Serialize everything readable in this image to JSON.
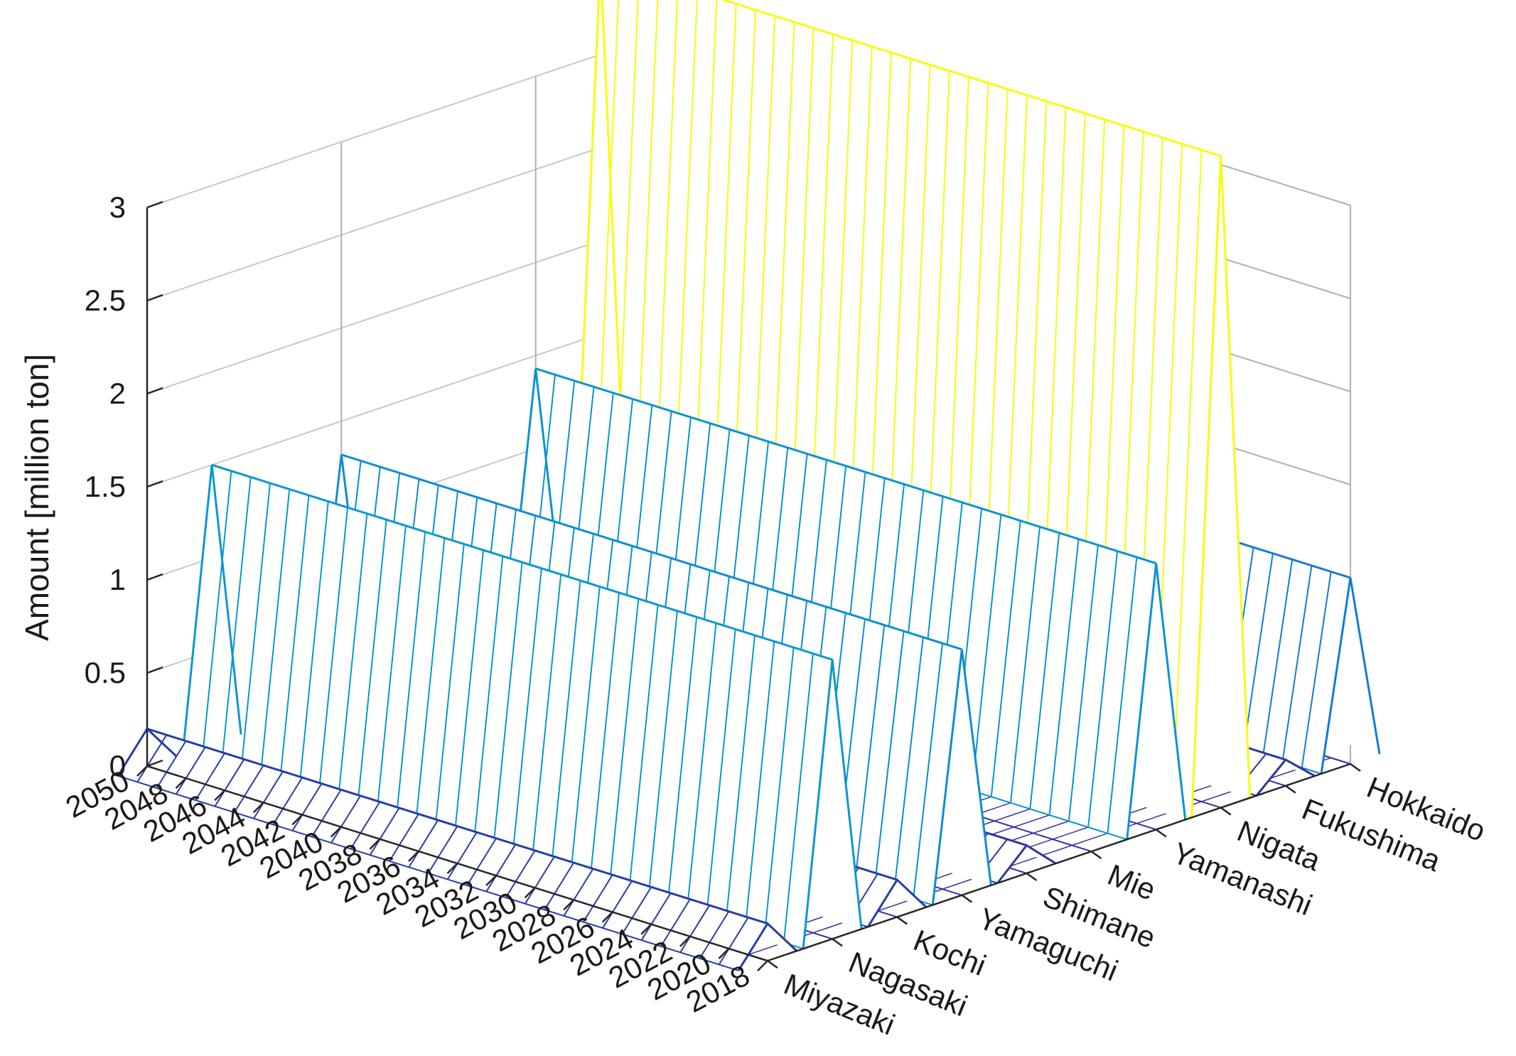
{
  "chart_data": {
    "type": "surface-3d",
    "title": "",
    "zlabel": "Amount [million ton]",
    "zlim": [
      0,
      3
    ],
    "z_ticks": [
      "0",
      "0.5",
      "1",
      "1.5",
      "2",
      "2.5",
      "3"
    ],
    "x_axis_years": [
      2018,
      2019,
      2020,
      2021,
      2022,
      2023,
      2024,
      2025,
      2026,
      2027,
      2028,
      2029,
      2030,
      2031,
      2032,
      2033,
      2034,
      2035,
      2036,
      2037,
      2038,
      2039,
      2040,
      2041,
      2042,
      2043,
      2044,
      2045,
      2046,
      2047,
      2048,
      2049,
      2050
    ],
    "x_tick_labels": [
      "2050",
      "2048",
      "2046",
      "2044",
      "2042",
      "2040",
      "2038",
      "2036",
      "2034",
      "2032",
      "2030",
      "2028",
      "2026",
      "2024",
      "2022",
      "2020",
      "2018"
    ],
    "y_tick_labels": [
      "Miyazaki",
      "Nagasaki",
      "Kochi",
      "Yamaguchi",
      "Shimane",
      "Mie",
      "Yamanashi",
      "Nigata",
      "Fukushima",
      "Hokkaido"
    ],
    "series": [
      {
        "name": "Miyazaki",
        "value": 0.2
      },
      {
        "name": "Nagasaki",
        "value": 1.5
      },
      {
        "name": "Kochi",
        "value": 0.2
      },
      {
        "name": "Yamaguchi",
        "value": 1.32
      },
      {
        "name": "Shimane",
        "value": 0.15
      },
      {
        "name": "Mie",
        "value": 0.0
      },
      {
        "name": "Yamanashi",
        "value": 1.43
      },
      {
        "name": "Nigata",
        "value": 3.5
      },
      {
        "name": "Fukushima",
        "value": 0.14
      },
      {
        "name": "Hokkaido",
        "value": 1.0
      }
    ],
    "grid": true,
    "colormap": "parula"
  }
}
